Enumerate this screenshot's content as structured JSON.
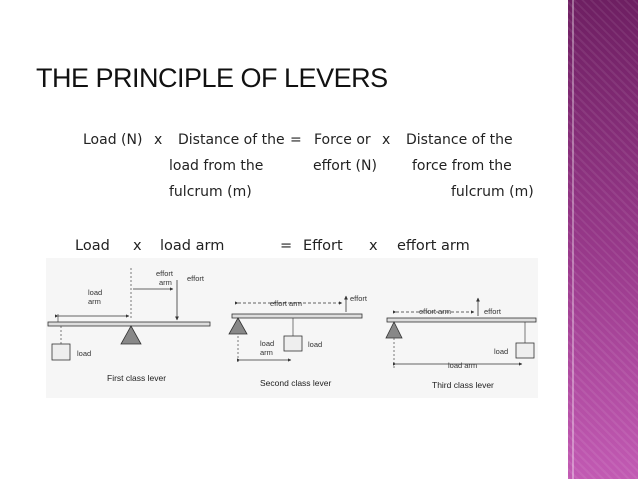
{
  "slide": {
    "title": "THE PRINCIPLE OF LEVERS",
    "accent_color": "#8e2e80"
  },
  "equation": {
    "load_label": "Load (N)",
    "times1": "x",
    "load_distance_line1": "Distance of the",
    "load_distance_line2": "load from the",
    "load_distance_line3": "fulcrum (m)",
    "equals": "=",
    "force_line1": "Force or",
    "force_line2": "effort (N)",
    "times2": "x",
    "force_distance_line1": "Distance of the",
    "force_distance_line2": "force from the",
    "force_distance_line3": "fulcrum (m)"
  },
  "equation_short": {
    "load": "Load",
    "times1": "x",
    "load_arm": "load arm",
    "equals": "=",
    "effort": "Effort",
    "times2": "x",
    "effort_arm": "effort arm"
  },
  "diagrams": {
    "first": {
      "caption": "First class lever",
      "load_arm_line1": "load",
      "load_arm_line2": "arm",
      "effort_arm_line1": "effort",
      "effort_arm_line2": "arm",
      "effort": "effort",
      "load": "load"
    },
    "second": {
      "caption": "Second class lever",
      "effort_arm": "effort arm",
      "effort": "effort",
      "load_arm_line1": "load",
      "load_arm_line2": "arm",
      "load": "load"
    },
    "third": {
      "caption": "Third class lever",
      "effort_arm": "effort arm",
      "effort": "effort",
      "load_arm": "load arm",
      "load": "load"
    }
  }
}
